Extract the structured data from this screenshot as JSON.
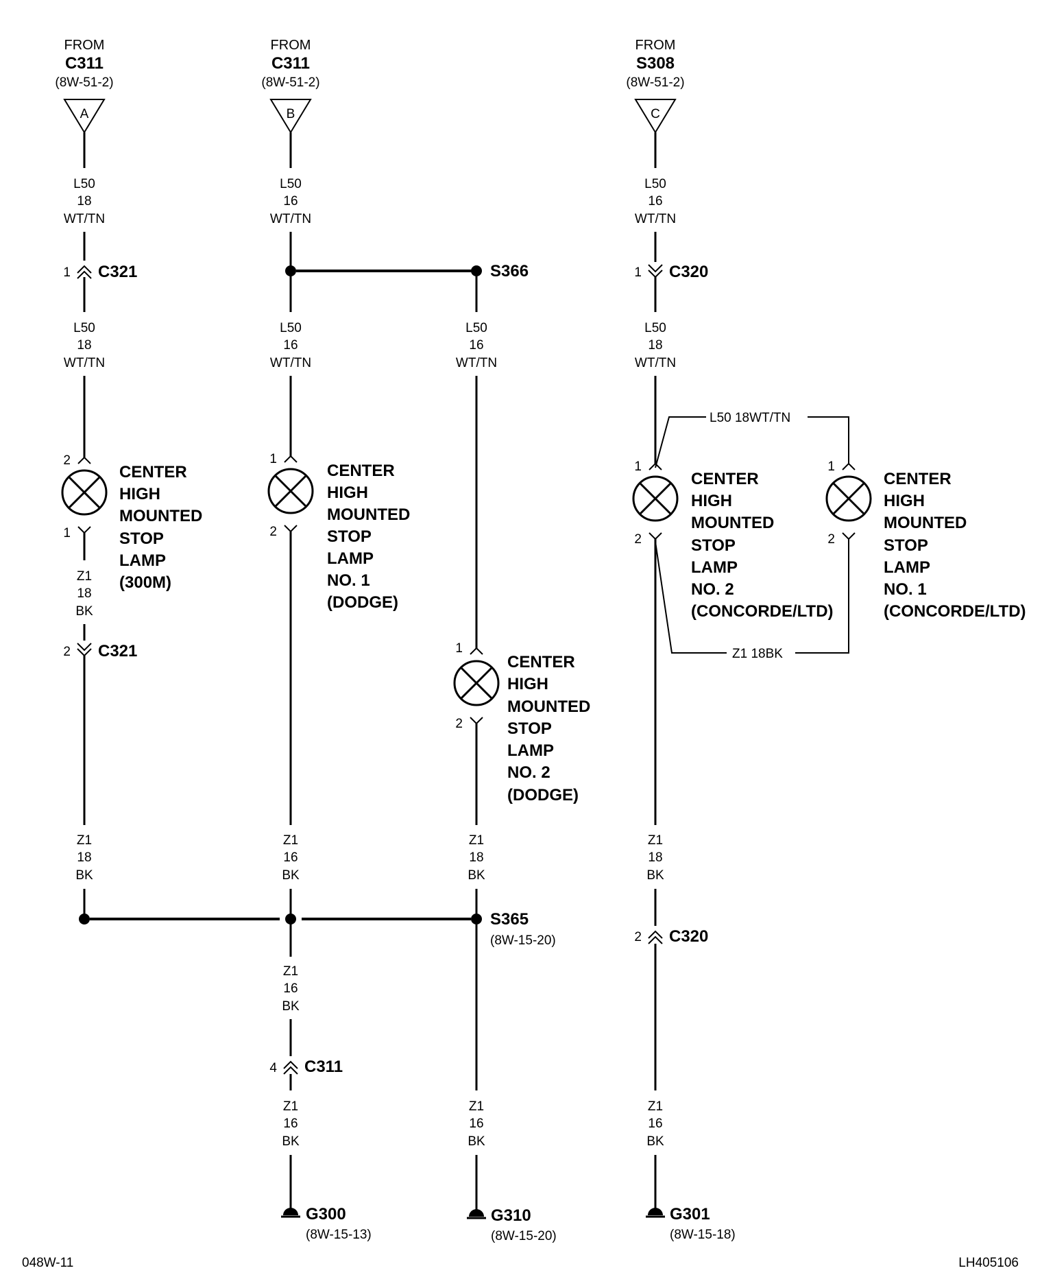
{
  "sources": [
    {
      "from": "FROM",
      "conn": "C311",
      "ref": "(8W-51-2)",
      "pin": "A"
    },
    {
      "from": "FROM",
      "conn": "C311",
      "ref": "(8W-51-2)",
      "pin": "B"
    },
    {
      "from": "FROM",
      "conn": "S308",
      "ref": "(8W-51-2)",
      "pin": "C"
    }
  ],
  "wires": {
    "w1": [
      "L50",
      "18",
      "WT/TN"
    ],
    "w2": [
      "L50",
      "16",
      "WT/TN"
    ],
    "w3": [
      "L50",
      "16",
      "WT/TN"
    ],
    "w4": [
      "L50",
      "18",
      "WT/TN"
    ],
    "w5": [
      "L50",
      "16",
      "WT/TN"
    ],
    "w6": [
      "L50",
      "16",
      "WT/TN"
    ],
    "w7": [
      "L50",
      "18",
      "WT/TN"
    ],
    "w8": [
      "Z1",
      "18",
      "BK"
    ],
    "w9": [
      "Z1",
      "18",
      "BK"
    ],
    "w10": [
      "Z1",
      "16",
      "BK"
    ],
    "w11": [
      "Z1",
      "16",
      "BK"
    ],
    "w12": [
      "Z1",
      "18",
      "BK"
    ],
    "w13": [
      "Z1",
      "16",
      "BK"
    ],
    "w14": [
      "Z1",
      "16",
      "BK"
    ],
    "w15": [
      "Z1",
      "18",
      "BK"
    ],
    "w16": [
      "Z1",
      "16",
      "BK"
    ]
  },
  "connectors": {
    "c321a": {
      "pin": "1",
      "name": "C321"
    },
    "c321b": {
      "pin": "2",
      "name": "C321"
    },
    "c320a": {
      "pin": "1",
      "name": "C320"
    },
    "c320b": {
      "pin": "2",
      "name": "C320"
    },
    "c311": {
      "pin": "4",
      "name": "C311"
    }
  },
  "splices": {
    "s366": {
      "name": "S366"
    },
    "s365": {
      "name": "S365",
      "ref": "(8W-15-20)"
    }
  },
  "jumpers": {
    "top": "L50  18WT/TN",
    "bottom": "Z1  18BK"
  },
  "lamps": [
    {
      "pin_top": "2",
      "pin_bot": "1",
      "lines": [
        "CENTER",
        "HIGH",
        "MOUNTED",
        "STOP",
        "LAMP",
        "(300M)"
      ]
    },
    {
      "pin_top": "1",
      "pin_bot": "2",
      "lines": [
        "CENTER",
        "HIGH",
        "MOUNTED",
        "STOP",
        "LAMP",
        "NO. 1",
        "(DODGE)"
      ]
    },
    {
      "pin_top": "1",
      "pin_bot": "2",
      "lines": [
        "CENTER",
        "HIGH",
        "MOUNTED",
        "STOP",
        "LAMP",
        "NO. 2",
        "(DODGE)"
      ]
    },
    {
      "pin_top": "1",
      "pin_bot": "2",
      "lines": [
        "CENTER",
        "HIGH",
        "MOUNTED",
        "STOP",
        "LAMP",
        "NO. 2",
        "(CONCORDE/LTD)"
      ]
    },
    {
      "pin_top": "1",
      "pin_bot": "2",
      "lines": [
        "CENTER",
        "HIGH",
        "MOUNTED",
        "STOP",
        "LAMP",
        "NO. 1",
        "(CONCORDE/LTD)"
      ]
    }
  ],
  "grounds": [
    {
      "name": "G300",
      "ref": "(8W-15-13)"
    },
    {
      "name": "G310",
      "ref": "(8W-15-20)"
    },
    {
      "name": "G301",
      "ref": "(8W-15-18)"
    }
  ],
  "footer": {
    "left": "048W-11",
    "right": "LH405106"
  }
}
